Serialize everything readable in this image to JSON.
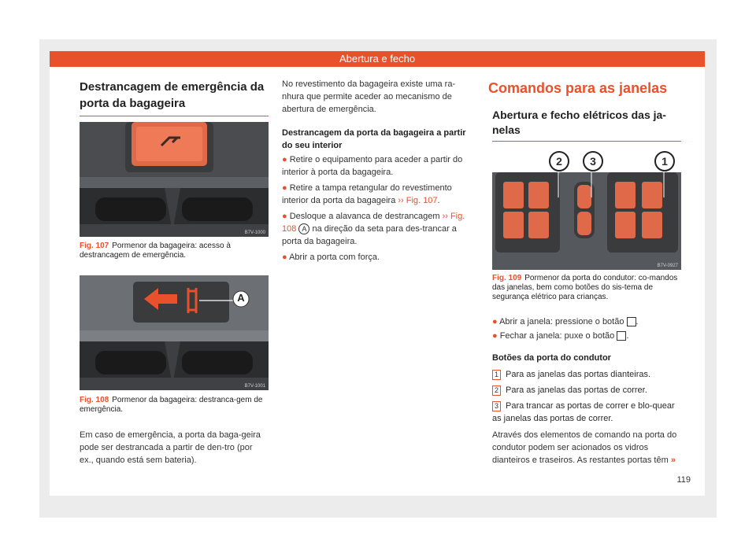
{
  "header": {
    "title": "Abertura e fecho"
  },
  "left": {
    "heading": "Destrancagem de emergência da porta da bagageira",
    "fig107": {
      "code": "B7V-1000",
      "label": "Fig. 107",
      "text": "Pormenor da bagageira: acesso à destrancagem de emergência."
    },
    "fig108": {
      "code": "B7V-1001",
      "label": "Fig. 108",
      "text": "Pormenor da bagageira: destranca-gem de emergência.",
      "marker": "A"
    },
    "paragraph": "Em caso de emergência, a porta da baga-geira pode ser destrancada a partir de den-tro (por ex., quando está sem bateria)."
  },
  "middle": {
    "intro": "No revestimento da bagageira existe uma ra-nhura que permite aceder ao mecanismo de abertura de emergência.",
    "subheading": "Destrancagem da porta da bagageira a partir do seu interior",
    "bullets": [
      {
        "text": "Retire o equipamento para aceder a partir do interior à porta da bagageira."
      },
      {
        "text": "Retire a tampa retangular do revestimento interior da porta da bagageira",
        "ref": "›› Fig. 107",
        "after": "."
      },
      {
        "text": "Desloque a alavanca de destrancagem",
        "ref": "›› Fig. 108",
        "marker": "A",
        "after": "na direção da seta para des-trancar a porta da bagageira."
      },
      {
        "text": "Abrir a porta com força."
      }
    ]
  },
  "right": {
    "title": "Comandos para as janelas",
    "subtitle": "Abertura e fecho elétricos das ja-nelas",
    "fig109": {
      "code": "B7V-0927",
      "label": "Fig. 109",
      "text": "Pormenor da porta do condutor: co-mandos das janelas, bem como botões do sis-tema de segurança elétrico para crianças.",
      "callouts": [
        "2",
        "3",
        "1"
      ]
    },
    "bullets": [
      {
        "text": "Abrir a janela: pressione o botão",
        "after": "."
      },
      {
        "text": "Fechar a janela: puxe o botão",
        "after": "."
      }
    ],
    "subheading": "Botões da porta do condutor",
    "items": [
      {
        "num": "1",
        "text": "Para as janelas das portas dianteiras."
      },
      {
        "num": "2",
        "text": "Para as janelas das portas de correr."
      },
      {
        "num": "3",
        "text": "Para trancar as portas de correr e blo-quear as janelas das portas de correr."
      }
    ],
    "paragraph": "Através dos elementos de comando na porta do condutor podem ser acionados os vidros dianteiros e traseiros. As restantes portas têm",
    "continue": "»"
  },
  "page_number": "119",
  "colors": {
    "accent": "#e8512c"
  }
}
